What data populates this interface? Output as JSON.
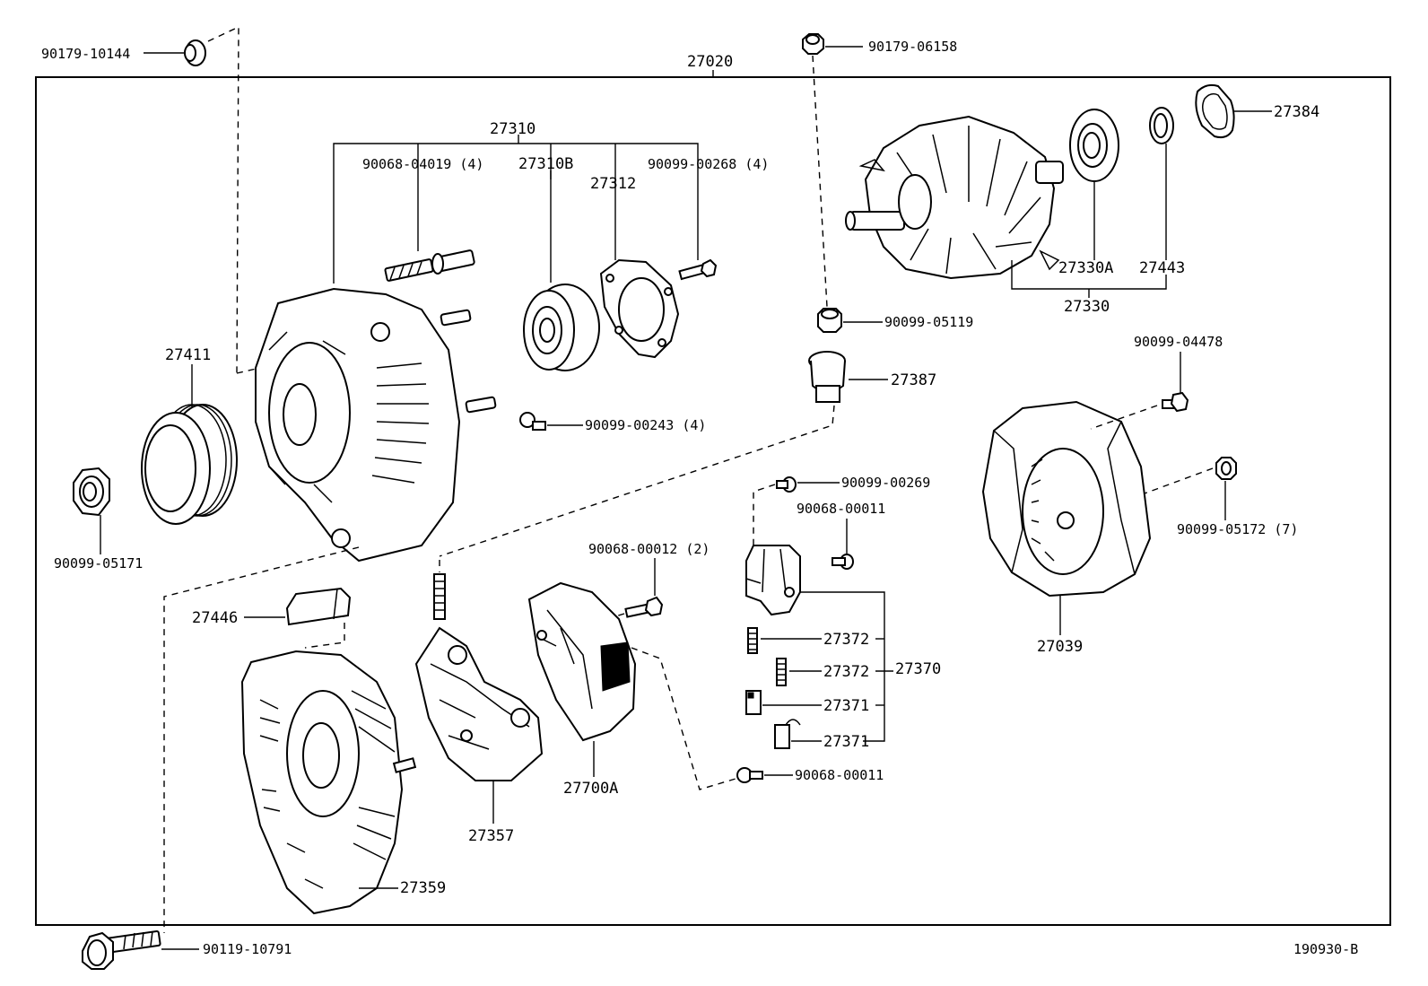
{
  "diagram": {
    "part_labels": {
      "p_90179_10144": "90179-10144",
      "p_27020": "27020",
      "p_90179_06158": "90179-06158",
      "p_27384": "27384",
      "p_27310": "27310",
      "p_90068_04019": "90068-04019 (4)",
      "p_27310B": "27310B",
      "p_27312": "27312",
      "p_90099_00268": "90099-00268 (4)",
      "p_27330A": "27330A",
      "p_27443": "27443",
      "p_27330": "27330",
      "p_90099_05119": "90099-05119",
      "p_27411": "27411",
      "p_27387": "27387",
      "p_90099_04478": "90099-04478",
      "p_90099_00243": "90099-00243 (4)",
      "p_90099_00269": "90099-00269",
      "p_90068_00011_a": "90068-00011",
      "p_90099_05172": "90099-05172 (7)",
      "p_90099_05171": "90099-05171",
      "p_90068_00012": "90068-00012 (2)",
      "p_27446": "27446",
      "p_27372_a": "27372",
      "p_27372_b": "27372",
      "p_27370": "27370",
      "p_27039": "27039",
      "p_27371_a": "27371",
      "p_27371_b": "27371",
      "p_90068_00011_b": "90068-00011",
      "p_27700A": "27700A",
      "p_27357": "27357",
      "p_27359": "27359",
      "p_90119_10791": "90119-10791"
    },
    "figure_code": "190930-B"
  }
}
